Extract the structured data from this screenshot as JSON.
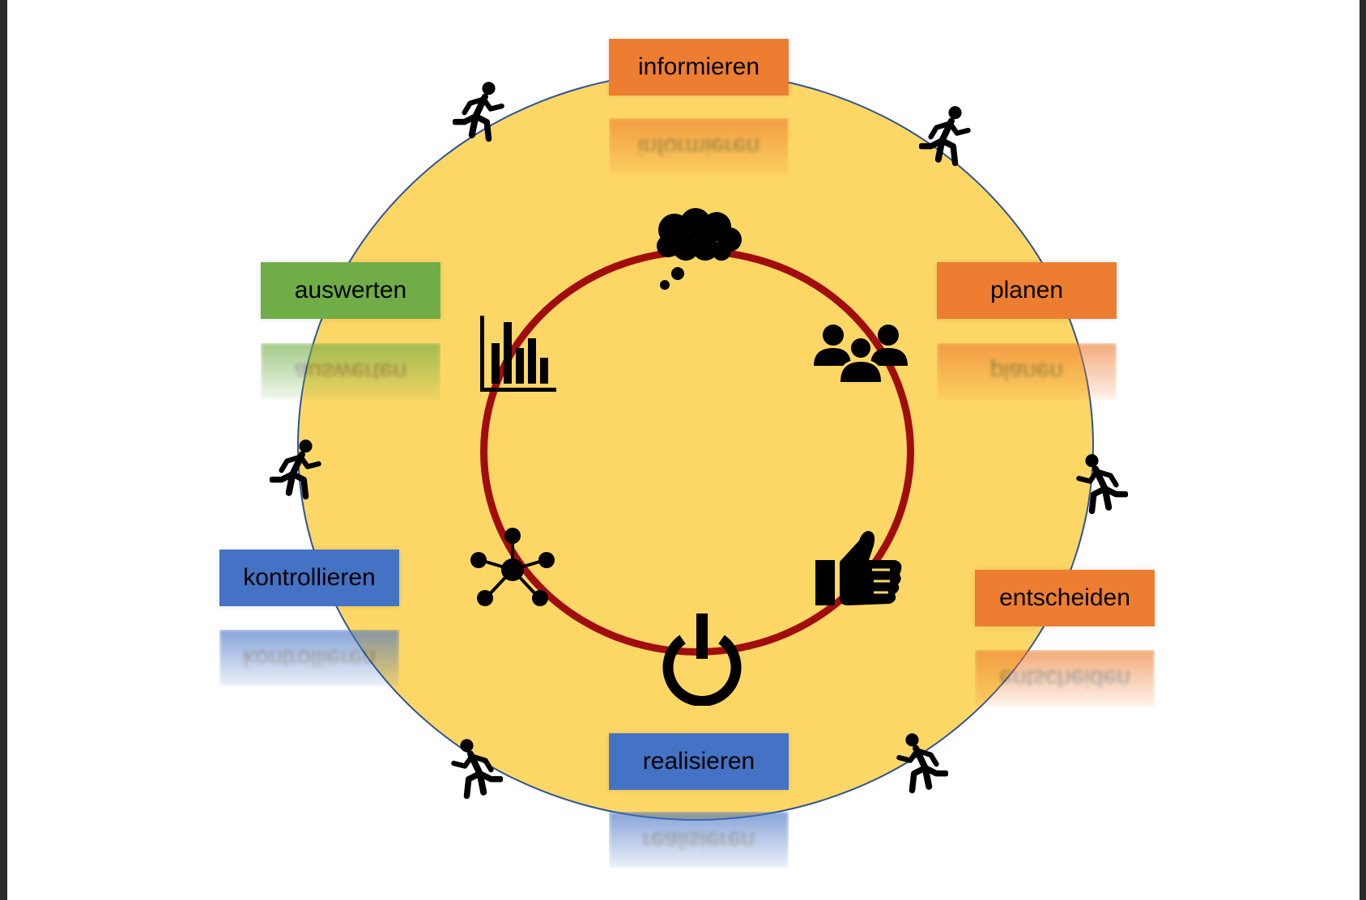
{
  "colors": {
    "outer_fill": "#fdd766",
    "outer_stroke": "#2f5496",
    "inner_stroke": "#a10d0d",
    "orange": "#ed7d31",
    "green": "#70ad47",
    "blue": "#4472c4"
  },
  "phases": [
    {
      "id": "informieren",
      "label": "informieren",
      "color": "orange",
      "icon": "thought-cloud-icon"
    },
    {
      "id": "planen",
      "label": "planen",
      "color": "orange",
      "icon": "people-group-icon"
    },
    {
      "id": "entscheiden",
      "label": "entscheiden",
      "color": "orange",
      "icon": "thumbs-up-icon"
    },
    {
      "id": "realisieren",
      "label": "realisieren",
      "color": "blue",
      "icon": "power-icon"
    },
    {
      "id": "kontrollieren",
      "label": "kontrollieren",
      "color": "blue",
      "icon": "network-hub-icon"
    },
    {
      "id": "auswerten",
      "label": "auswerten",
      "color": "green",
      "icon": "bar-chart-icon"
    }
  ],
  "transition_icon": "running-person-icon"
}
